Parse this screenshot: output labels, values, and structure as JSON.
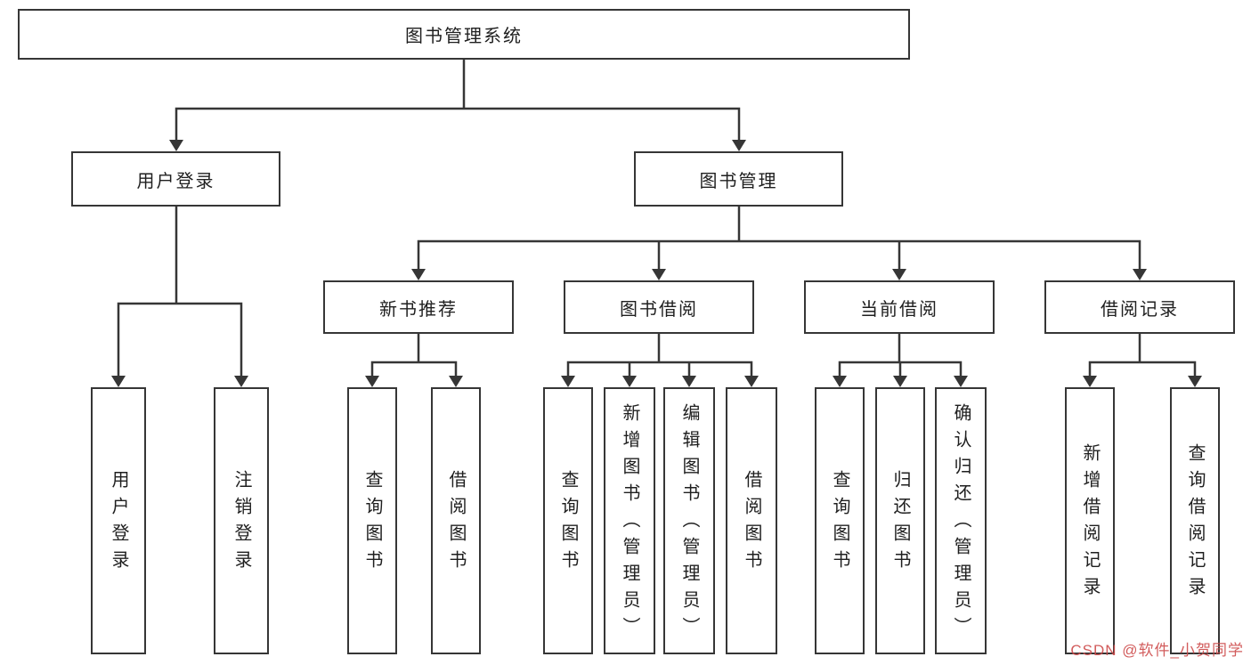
{
  "tree": {
    "root": {
      "label": "图书管理系统",
      "children": [
        {
          "label": "用户登录",
          "children": [
            {
              "label": "用户登录"
            },
            {
              "label": "注销登录"
            }
          ]
        },
        {
          "label": "图书管理",
          "children": [
            {
              "label": "新书推荐",
              "children": [
                {
                  "label": "查询图书"
                },
                {
                  "label": "借阅图书"
                }
              ]
            },
            {
              "label": "图书借阅",
              "children": [
                {
                  "label": "查询图书"
                },
                {
                  "label": "新增图书（管理员）"
                },
                {
                  "label": "编辑图书（管理员）"
                },
                {
                  "label": "借阅图书"
                }
              ]
            },
            {
              "label": "当前借阅",
              "children": [
                {
                  "label": "查询图书"
                },
                {
                  "label": "归还图书"
                },
                {
                  "label": "确认归还（管理员）"
                }
              ]
            },
            {
              "label": "借阅记录",
              "children": [
                {
                  "label": "新增借阅记录"
                },
                {
                  "label": "查询借阅记录"
                }
              ]
            }
          ]
        }
      ]
    }
  },
  "watermark": {
    "text": "CSDN @软件_小贺同学"
  },
  "colors": {
    "line": "#363636",
    "text": "#1f1f1f",
    "watermark": "#cd4a4a",
    "background": "#ffffff"
  }
}
